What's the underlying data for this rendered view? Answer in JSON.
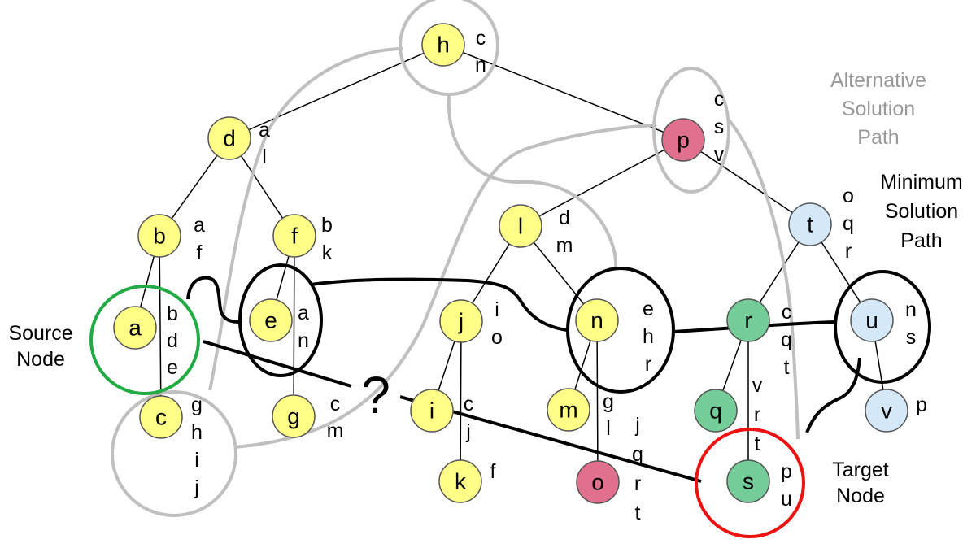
{
  "colors": {
    "yellow": "#ffff88",
    "pink": "#e0708e",
    "green": "#74cc98",
    "blue": "#d4e8f8",
    "gray": "#bfbfbf",
    "source": "#22aa44",
    "target": "#ee1111",
    "black": "#000000"
  },
  "nodes": [
    {
      "id": "h",
      "label": "h",
      "color": "yellow",
      "attrs": [
        "c",
        "n"
      ]
    },
    {
      "id": "d",
      "label": "d",
      "color": "yellow",
      "attrs": [
        "a",
        "l"
      ]
    },
    {
      "id": "p",
      "label": "p",
      "color": "pink",
      "attrs": [
        "c",
        "s",
        "v"
      ]
    },
    {
      "id": "b",
      "label": "b",
      "color": "yellow",
      "attrs": [
        "a",
        "f"
      ]
    },
    {
      "id": "f",
      "label": "f",
      "color": "yellow",
      "attrs": [
        "b",
        "k"
      ]
    },
    {
      "id": "l",
      "label": "l",
      "color": "yellow",
      "attrs": [
        "d",
        "m"
      ]
    },
    {
      "id": "t",
      "label": "t",
      "color": "blue",
      "attrs": [
        "o",
        "q",
        "r"
      ]
    },
    {
      "id": "a",
      "label": "a",
      "color": "yellow",
      "attrs": [
        "b",
        "d",
        "e"
      ]
    },
    {
      "id": "e",
      "label": "e",
      "color": "yellow",
      "attrs": [
        "a",
        "n"
      ]
    },
    {
      "id": "j",
      "label": "j",
      "color": "yellow",
      "attrs": [
        "i",
        "o"
      ]
    },
    {
      "id": "n",
      "label": "n",
      "color": "yellow",
      "attrs": [
        "e",
        "h",
        "r"
      ]
    },
    {
      "id": "r",
      "label": "r",
      "color": "green",
      "attrs": [
        "c",
        "q",
        "t"
      ]
    },
    {
      "id": "u",
      "label": "u",
      "color": "blue",
      "attrs": [
        "n",
        "s"
      ]
    },
    {
      "id": "c",
      "label": "c",
      "color": "yellow",
      "attrs": [
        "g",
        "h",
        "i",
        "j"
      ]
    },
    {
      "id": "g",
      "label": "g",
      "color": "yellow",
      "attrs": [
        "c",
        "m"
      ]
    },
    {
      "id": "i",
      "label": "i",
      "color": "yellow",
      "attrs": [
        "c",
        "j"
      ]
    },
    {
      "id": "m",
      "label": "m",
      "color": "yellow",
      "attrs": [
        "g",
        "l"
      ]
    },
    {
      "id": "q",
      "label": "q",
      "color": "green",
      "attrs": []
    },
    {
      "id": "v",
      "label": "v",
      "color": "blue",
      "attrs": [
        "p"
      ]
    },
    {
      "id": "k",
      "label": "k",
      "color": "yellow",
      "attrs": [
        "f"
      ]
    },
    {
      "id": "o",
      "label": "o",
      "color": "pink",
      "attrs": [
        "j",
        "q",
        "r",
        "t"
      ]
    },
    {
      "id": "s",
      "label": "s",
      "color": "green",
      "attrs": [
        "v",
        "r",
        "t",
        "p",
        "u"
      ]
    }
  ],
  "edges": [
    [
      "h",
      "d"
    ],
    [
      "h",
      "p"
    ],
    [
      "d",
      "b"
    ],
    [
      "d",
      "f"
    ],
    [
      "p",
      "l"
    ],
    [
      "p",
      "t"
    ],
    [
      "b",
      "a"
    ],
    [
      "b",
      "c"
    ],
    [
      "f",
      "e"
    ],
    [
      "f",
      "g"
    ],
    [
      "l",
      "j"
    ],
    [
      "l",
      "n"
    ],
    [
      "t",
      "r"
    ],
    [
      "t",
      "u"
    ],
    [
      "j",
      "i"
    ],
    [
      "j",
      "k"
    ],
    [
      "n",
      "m"
    ],
    [
      "n",
      "o"
    ],
    [
      "r",
      "q"
    ],
    [
      "r",
      "s"
    ],
    [
      "u",
      "v"
    ]
  ],
  "labels": {
    "source": [
      "Source",
      "Node"
    ],
    "target": [
      "Target",
      "Node"
    ],
    "alternative": [
      "Alternative",
      "Solution",
      "Path"
    ],
    "minimum": [
      "Minimum",
      "Solution",
      "Path"
    ],
    "question": "?"
  }
}
